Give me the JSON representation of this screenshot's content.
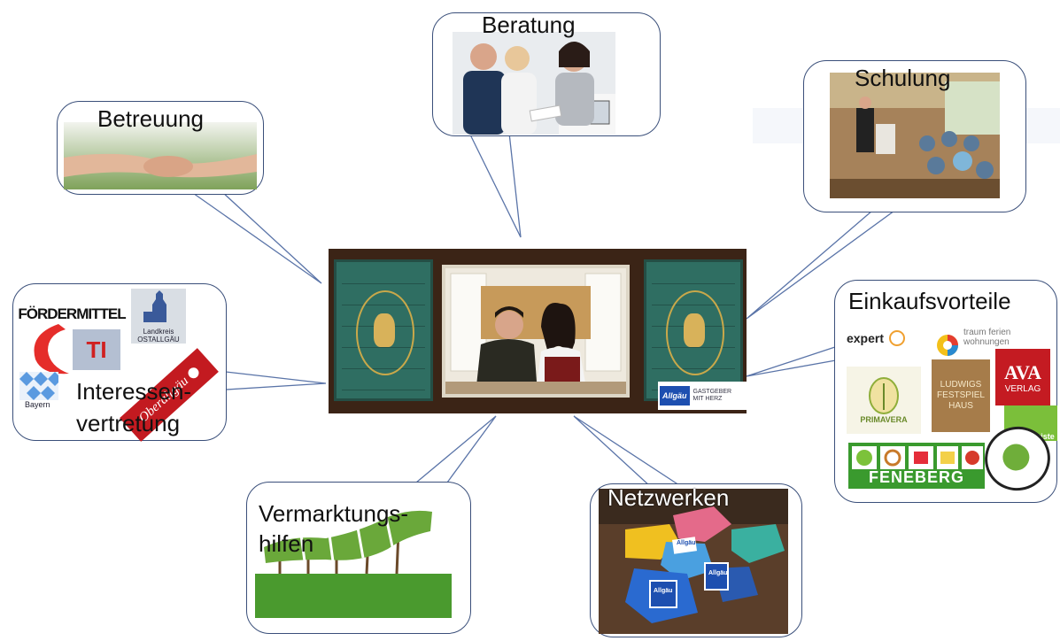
{
  "center": {
    "badge_brand": "Allgäu",
    "badge_text": "GASTGEBER MIT HERZ"
  },
  "bubbles": {
    "beratung": "Beratung",
    "schulung": "Schulung",
    "betreuung": "Betreuung",
    "einkauf": "Einkaufsvorteile",
    "interessen_1": "Interessen-",
    "interessen_2": "vertretung",
    "vermarktung_1": "Vermarktungs-",
    "vermarktung_2": "hilfen",
    "netzwerken": "Netzwerken"
  },
  "logos": {
    "foerdermittel": "FÖRDERMITTEL",
    "ti": "TI",
    "landkreis": "Landkreis OSTALLGÄU",
    "bayern": "Bayern",
    "oberallgaeu": "Oberallgäu",
    "expert": "expert",
    "traum": "traum ferien wohnungen",
    "primavera": "PRIMAVERA",
    "festspielhaus": "LUDWIGS FESTSPIEL HAUS",
    "ava_1": "AVA",
    "ava_2": "VERLAG",
    "blumen": "Blumenkiste",
    "feneberg": "FENEBERG"
  },
  "puzzle_labels": [
    "Allgäu",
    "Allgäu",
    "Allgäu"
  ],
  "colors": {
    "bubble_border": "#3a4f7a",
    "shutter_green": "#2f6e62",
    "frame_brown": "#3b2416",
    "grass_green": "#4a9a2e",
    "feneberg_green": "#3a9a2e",
    "ava_red": "#c41b22"
  }
}
